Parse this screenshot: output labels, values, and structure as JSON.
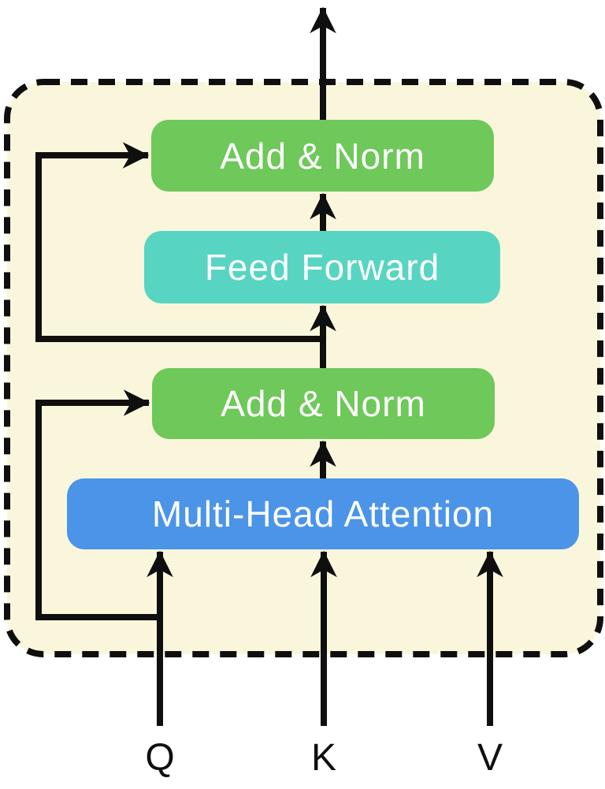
{
  "diagram": {
    "description_colors": {
      "panel_background": "#faf6dc",
      "border": "#0f0f0f",
      "line": "#0f0f0f",
      "green_block": "#6fc85a",
      "teal_block": "#57d5c2",
      "blue_block": "#4b94e8",
      "block_text": "#ffffff",
      "page_background": "#ffffff"
    },
    "blocks": [
      {
        "label": "Add & Norm",
        "color": "#6fc85a"
      },
      {
        "label": "Feed Forward",
        "color": "#57d5c2"
      },
      {
        "label": "Add & Norm",
        "color": "#6fc85a"
      },
      {
        "label": "Multi-Head Attention",
        "color": "#4b94e8"
      }
    ],
    "inputs": [
      {
        "label": "Q"
      },
      {
        "label": "K"
      },
      {
        "label": "V"
      }
    ]
  }
}
